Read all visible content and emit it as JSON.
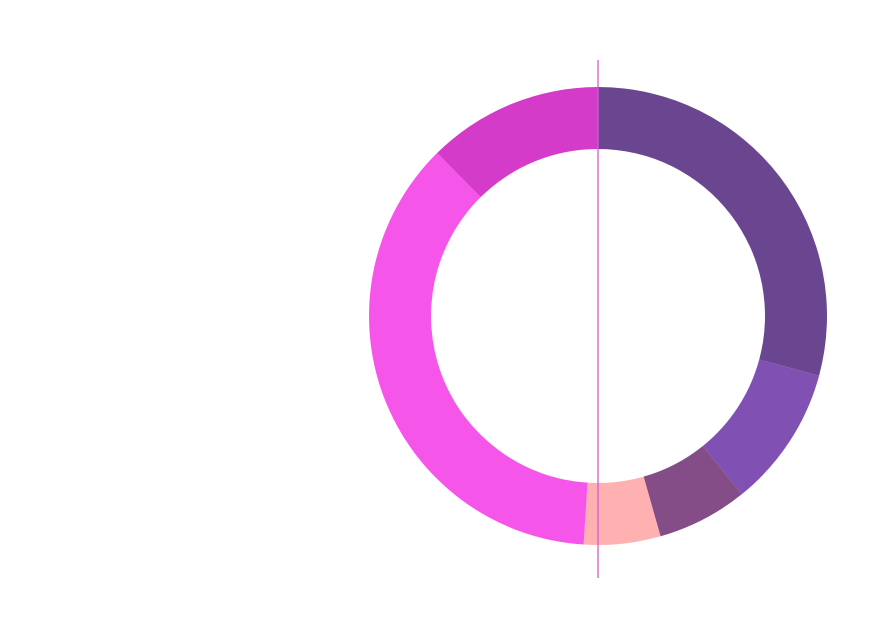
{
  "chart_data": {
    "type": "pie",
    "variant": "donut",
    "title": "",
    "start_angle_deg": 0,
    "direction": "clockwise",
    "slices": [
      {
        "label": "",
        "value": 29.2,
        "color": "#6b4690"
      },
      {
        "label": "",
        "value": 10.0,
        "color": "#8150b3"
      },
      {
        "label": "",
        "value": 6.4,
        "color": "#844d88"
      },
      {
        "label": "",
        "value": 5.4,
        "color": "#ffb0b0"
      },
      {
        "label": "",
        "value": 36.6,
        "color": "#f655e9"
      },
      {
        "label": "",
        "value": 12.4,
        "color": "#d53bc9"
      }
    ],
    "legend": "none",
    "reference_line": {
      "orientation": "vertical",
      "color": "#d45ad6"
    }
  }
}
